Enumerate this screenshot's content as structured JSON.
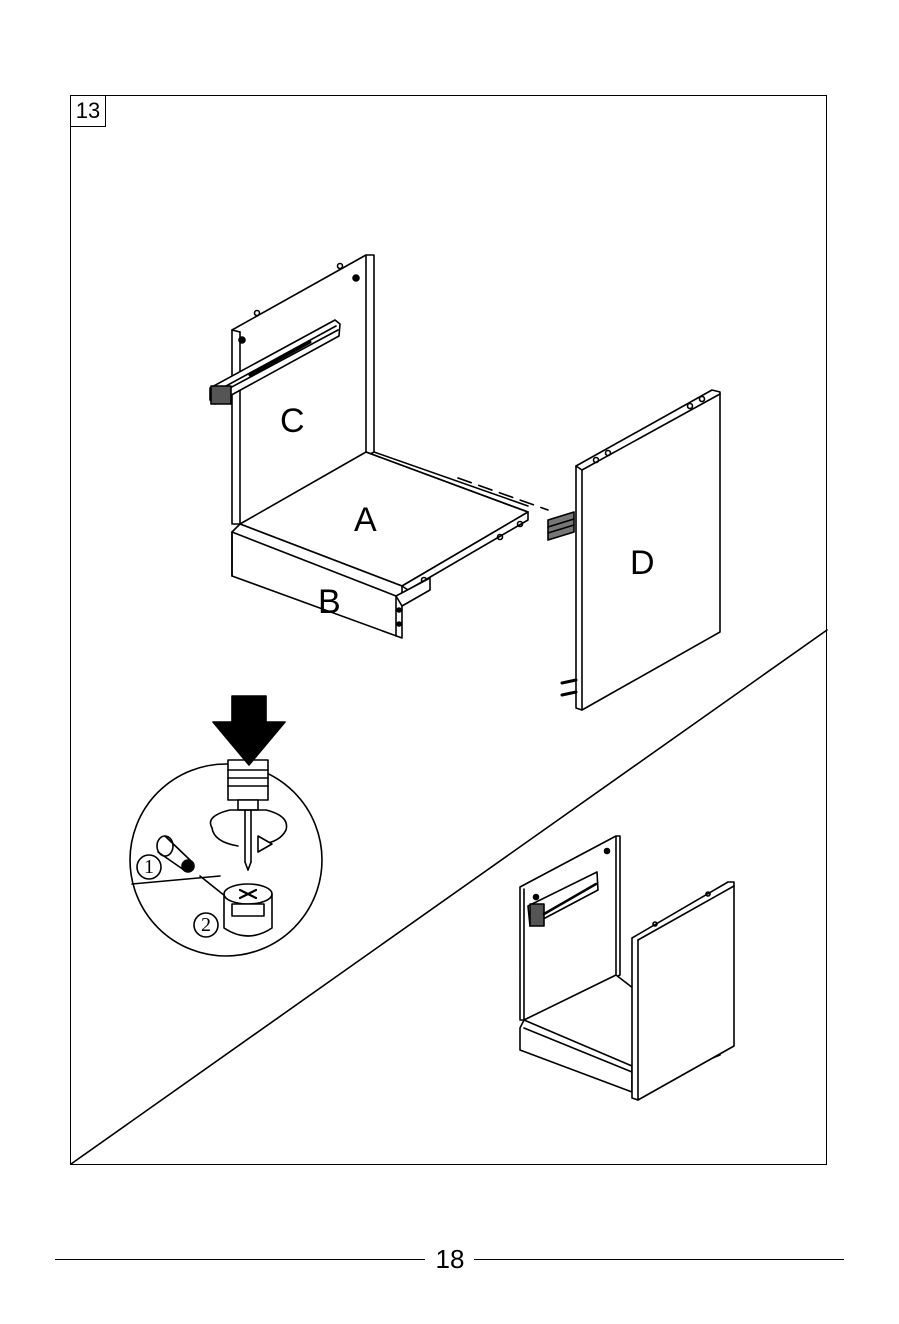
{
  "step": {
    "number": "13"
  },
  "panels": {
    "a": "A",
    "b": "B",
    "c": "C",
    "d": "D"
  },
  "detail": {
    "marker_1": "1",
    "marker_2": "2"
  },
  "footer": {
    "page_number": "18"
  }
}
